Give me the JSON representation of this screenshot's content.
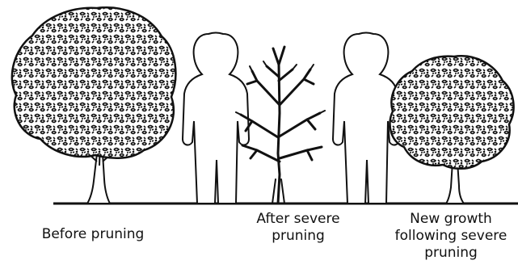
{
  "diagram": {
    "colors": {
      "ink": "#111111",
      "paper": "#ffffff"
    },
    "panels": [
      {
        "id": "before",
        "caption": "Before pruning"
      },
      {
        "id": "after",
        "caption": "After severe\npruning"
      },
      {
        "id": "regrowth",
        "caption": "New growth\nfollowing severe\npruning"
      }
    ]
  }
}
